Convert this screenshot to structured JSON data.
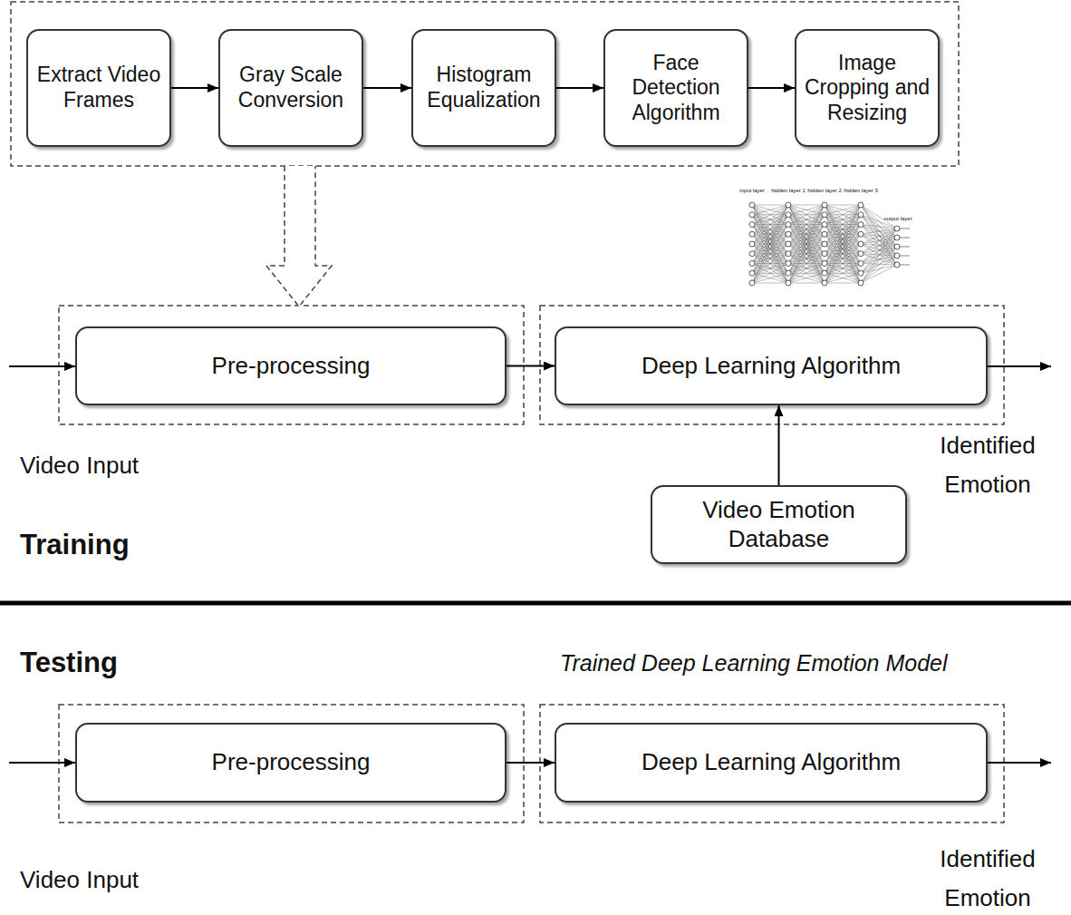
{
  "diagram": {
    "nodes": [
      {
        "text": [
          "Extract Video Frames"
        ]
      },
      {
        "text": [
          "Gray Scale Conversion"
        ]
      },
      {
        "text": [
          "Histogram Equalization"
        ]
      },
      {
        "text": [
          "Face Detection Algorithm"
        ]
      },
      {
        "text": [
          "Image Cropping and Resizing"
        ]
      },
      {
        "text": [
          "Pre-processing"
        ]
      },
      {
        "text": [
          "Deep Learning Algorithm"
        ]
      },
      {
        "text": [
          "Video Emotion Database"
        ]
      },
      {
        "text": [
          "Pre-processing"
        ]
      },
      {
        "text": [
          "Deep Learning Algorithm"
        ]
      }
    ],
    "edges": [
      {
        "from": 0,
        "to": 1,
        "arrow": "to"
      },
      {
        "from": 1,
        "to": 2,
        "arrow": "to"
      },
      {
        "from": 2,
        "to": 3,
        "arrow": "to"
      },
      {
        "from": 3,
        "to": 4,
        "arrow": "to"
      },
      {
        "from": 5,
        "to": 6,
        "arrow": "to"
      },
      {
        "from": 7,
        "to": 6,
        "arrow": "to"
      },
      {
        "from": 8,
        "to": 9,
        "arrow": "to"
      }
    ],
    "labels": [
      "input layer",
      "hidden layer 1",
      "hidden layer 2",
      "hidden layer 3",
      "output layer",
      "Video Input",
      "Identified Emotion",
      "Training",
      "Testing",
      "Trained Deep Learning Emotion Model",
      "Video Input",
      "Identified Emotion"
    ]
  }
}
